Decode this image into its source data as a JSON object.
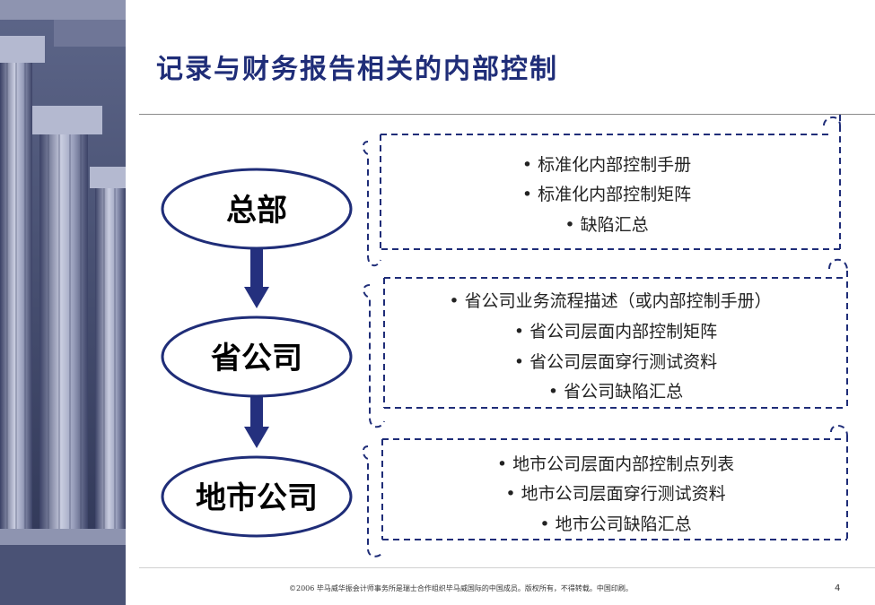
{
  "title": "记录与财务报告相关的内部控制",
  "levels": [
    {
      "name": "总部",
      "items": [
        "• 标准化内部控制手册",
        "• 标准化内部控制矩阵",
        "• 缺陷汇总"
      ]
    },
    {
      "name": "省公司",
      "items": [
        "• 省公司业务流程描述（或内部控制手册）",
        "• 省公司层面内部控制矩阵",
        "• 省公司层面穿行测试资料",
        "• 省公司缺陷汇总"
      ]
    },
    {
      "name": "地市公司",
      "items": [
        "• 地市公司层面内部控制点列表",
        "• 地市公司层面穿行测试资料",
        "• 地市公司缺陷汇总"
      ]
    }
  ],
  "footer": "©2006 毕马威华振会计师事务所是瑞士合作组织毕马威国际的中国成员。版权所有，不得转载。中国印刷。",
  "page_number": "4",
  "colors": {
    "title": "#1f2d78",
    "accent": "#1f2d78",
    "arrow": "#24307e"
  }
}
